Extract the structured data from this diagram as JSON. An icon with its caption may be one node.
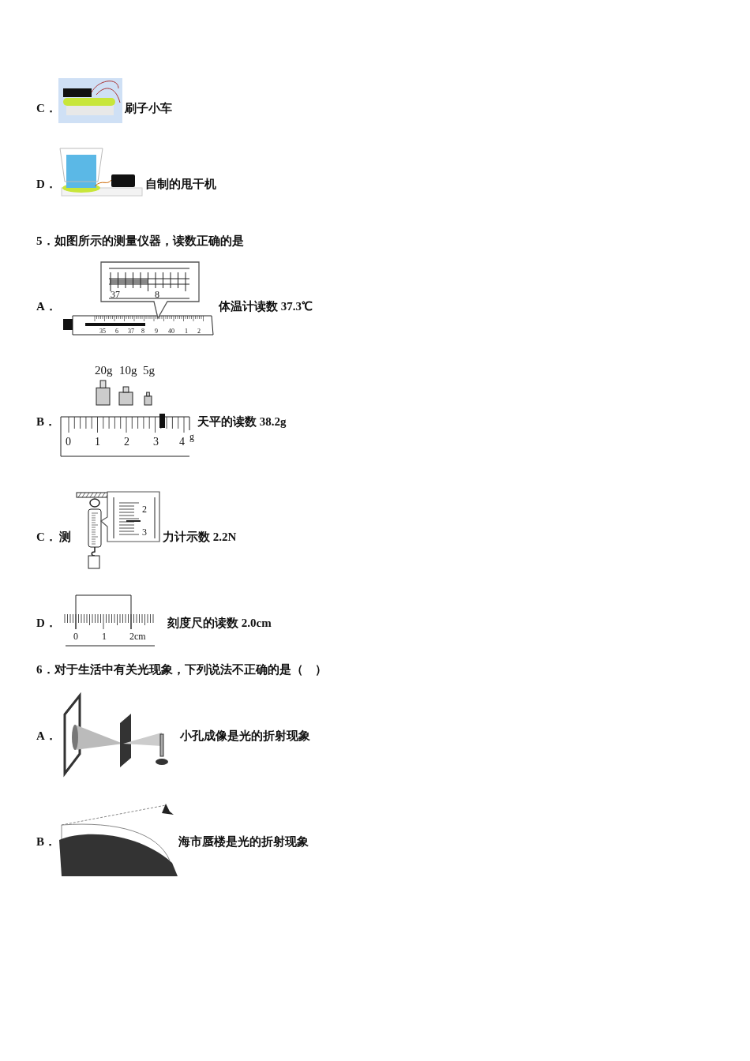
{
  "diagram": {
    "labels": [
      "C．",
      "刷子小车",
      "D．",
      "自制的甩干机",
      "5．如图所示的测量仪器，读数正确的是",
      "A．",
      "37",
      "8",
      "35",
      "6",
      "37",
      "8",
      "9",
      "40",
      "1",
      "2",
      "体温计读数 37.3℃",
      "20g",
      "10g",
      "5g",
      "B．",
      "0",
      "1",
      "2",
      "3",
      "4",
      "g",
      "天平的读数 38.2g",
      "C．",
      "测",
      "2",
      "3",
      "力计示数 2.2N",
      "D．",
      "0",
      "1",
      "2cm",
      "刻度尺的读数 2.0cm",
      "6．对于生活中有关光现象，下列说法不正确的是（　）",
      "A．",
      "小孔成像是光的折射现象",
      "B．",
      "海市蜃楼是光的折射现象"
    ]
  }
}
